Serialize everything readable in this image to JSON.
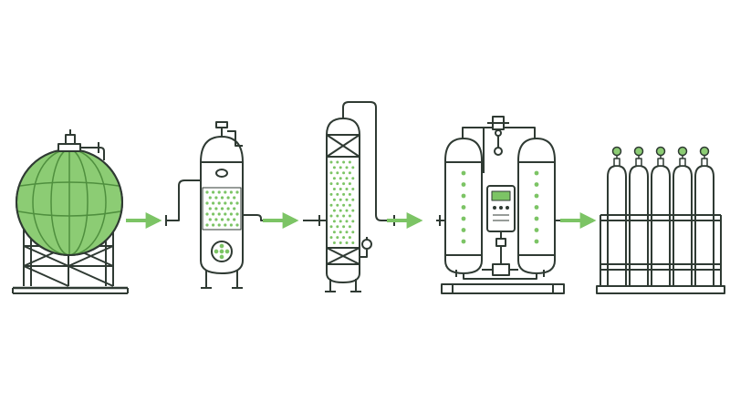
{
  "diagram": {
    "stages": [
      {
        "name": "spherical-storage-tank"
      },
      {
        "name": "pre-treatment-vessel"
      },
      {
        "name": "packed-adsorption-column"
      },
      {
        "name": "twin-tower-dryer"
      },
      {
        "name": "gas-cylinder-rack"
      }
    ],
    "flow_arrows": 4,
    "cylinder_count": 5
  },
  "colors": {
    "stroke": "#2f3a33",
    "accent": "#7cc465",
    "tank_fill": "#8ccc74",
    "tank_rib": "#4f8f3e",
    "background": "#ffffff",
    "vessel_fill": "#ffffff"
  },
  "icons": {
    "flow_arrow": "arrow-right-icon"
  }
}
